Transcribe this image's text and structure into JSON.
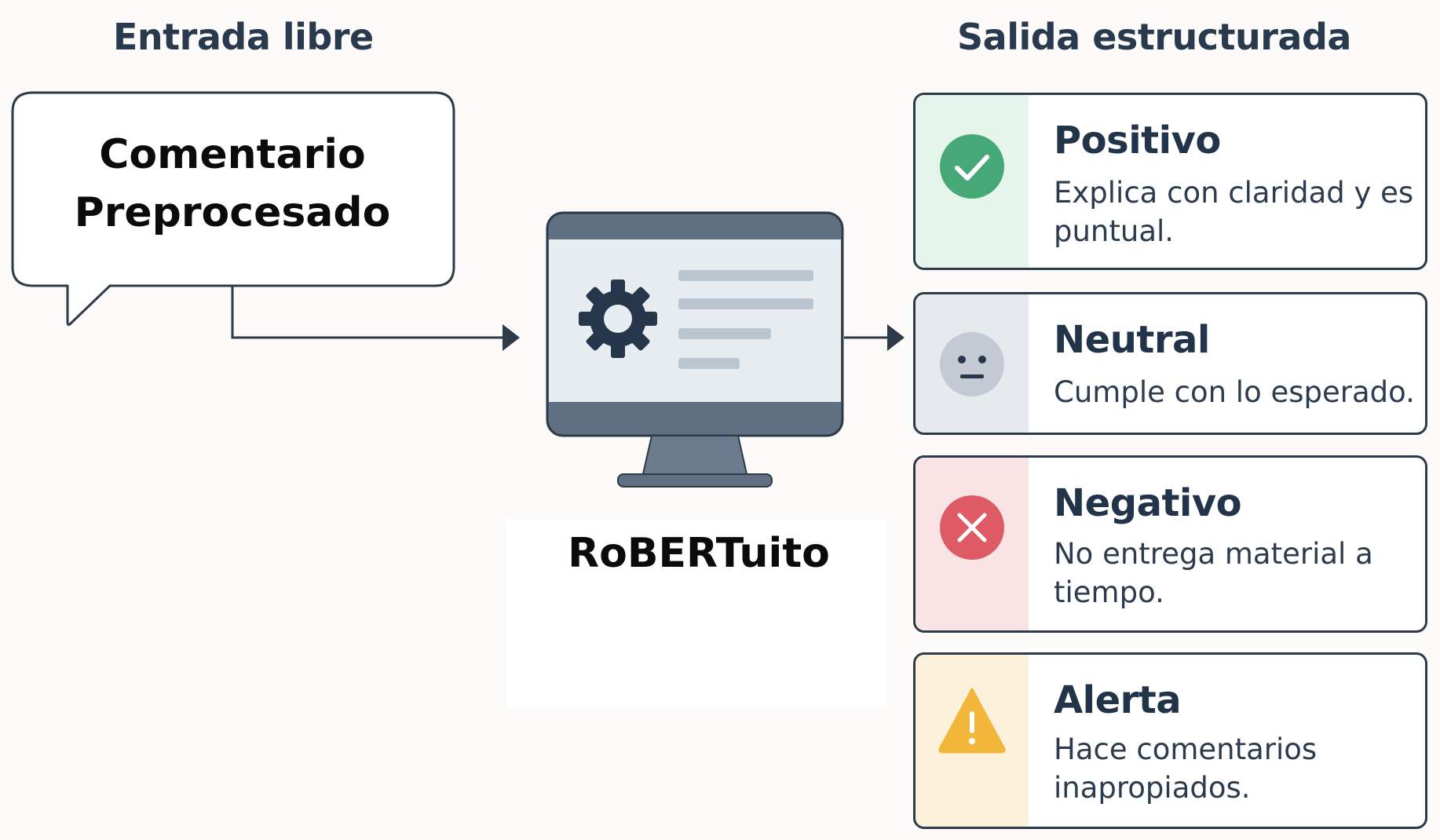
{
  "headings": {
    "input": "Entrada libre",
    "output": "Salida estructurada"
  },
  "input_bubble": {
    "line1": "Comentario",
    "line2": "Preprocesado"
  },
  "model": {
    "name": "RoBERTuito",
    "icon": "monitor-gear-icon"
  },
  "outputs": [
    {
      "title": "Positivo",
      "description": "Explica con claridad y es puntual.",
      "icon": "check-circle-icon",
      "color": "#46a877"
    },
    {
      "title": "Neutral",
      "description": "Cumple con lo esperado.",
      "icon": "neutral-face-icon",
      "color": "#c3cad4"
    },
    {
      "title": "Negativo",
      "description": "No entrega material a tiempo.",
      "icon": "x-circle-icon",
      "color": "#de5a64"
    },
    {
      "title": "Alerta",
      "description": "Hace comentarios inapropiados.",
      "icon": "warning-triangle-icon",
      "color": "#f2b63b"
    }
  ],
  "colors": {
    "line": "#2e3a48",
    "monitor_frame": "#5f7083",
    "monitor_screen": "#e8edf1",
    "monitor_lines": "#bcc6d1",
    "gear": "#26364b"
  }
}
